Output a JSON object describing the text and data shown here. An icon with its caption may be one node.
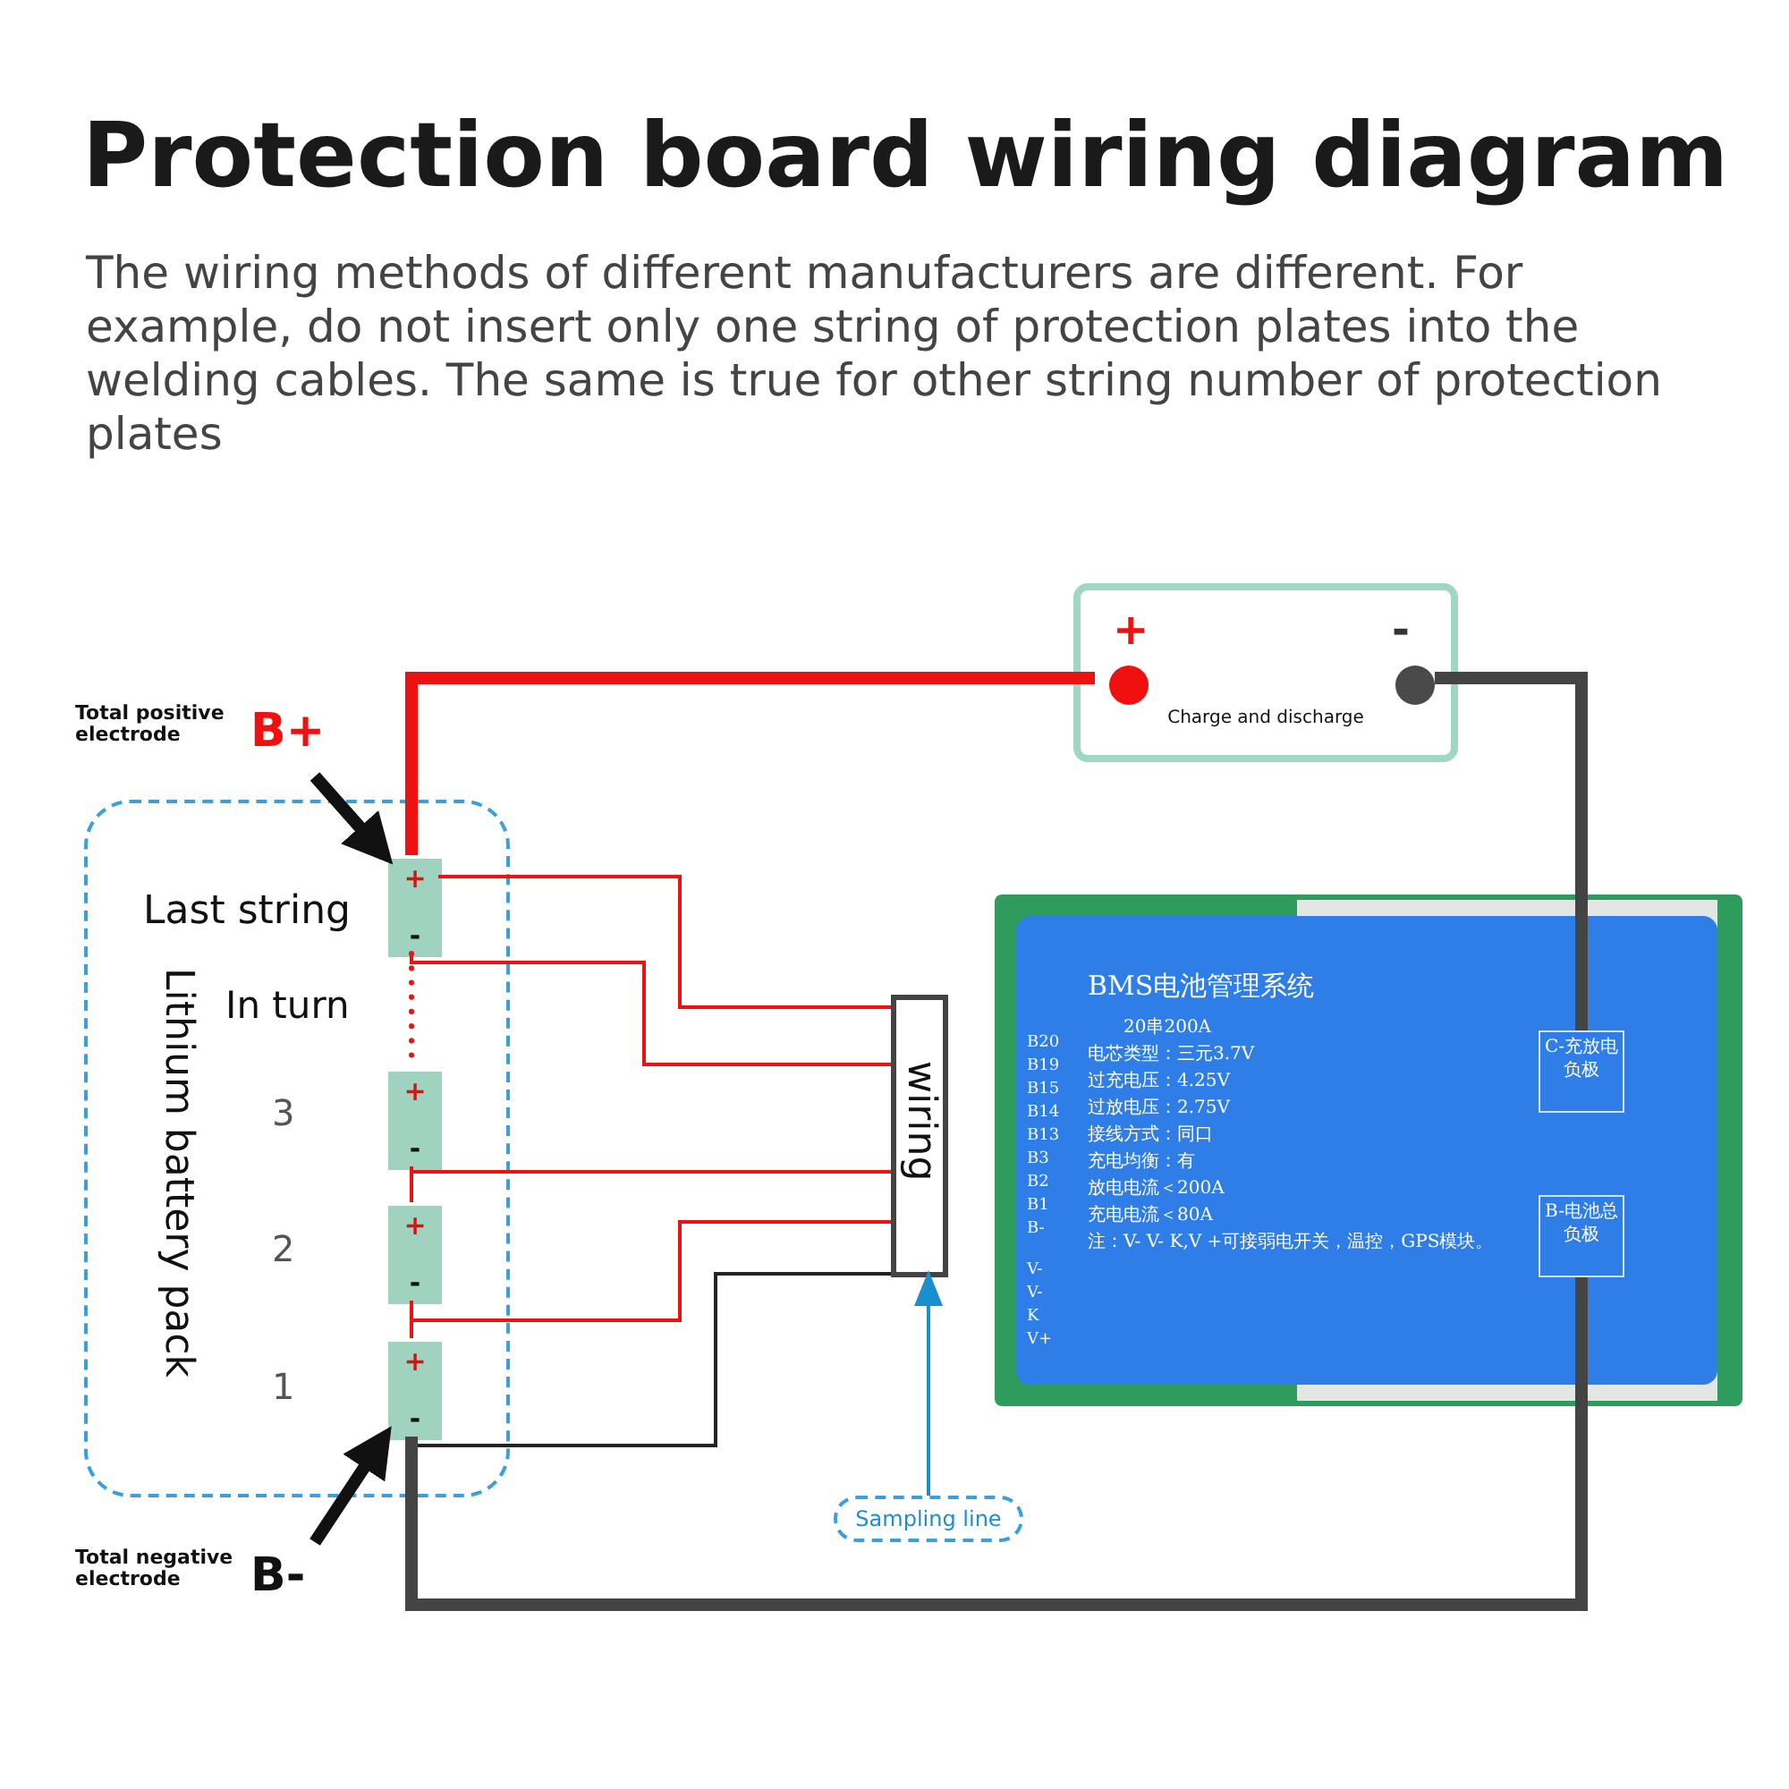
{
  "diagram": {
    "title": "Protection board wiring diagram",
    "nodes": [
      {
        "text": [
          "Charge and discharge"
        ]
      },
      {
        "text": [
          "+"
        ],
        "in": 0
      },
      {
        "text": [
          "-"
        ],
        "in": 0
      },
      {
        "text": [
          "Lithium battery pack"
        ]
      },
      {
        "text": [
          "+",
          "-"
        ],
        "in": 3,
        "beside": [
          "Last string"
        ]
      },
      {
        "text": [
          "+",
          "-"
        ],
        "in": 3,
        "beside": [
          "3"
        ]
      },
      {
        "text": [
          "+",
          "-"
        ],
        "in": 3,
        "beside": [
          "2"
        ]
      },
      {
        "text": [
          "+",
          "-"
        ],
        "in": 3,
        "beside": [
          "1"
        ]
      },
      {
        "text": [
          "wiring"
        ]
      },
      {
        "text": [
          "BMS电池管理系统",
          "20串200A",
          "电芯类型：三元3.7V",
          "过充电压：4.25V",
          "过放电压：2.75V",
          "接线方式：同口",
          "充电均衡：有",
          "放电电流＜200A",
          "充电电流＜80A",
          "注：V- V- K,V +可接弱电开关，温控，GPS模块。"
        ]
      },
      {
        "text": [
          "C-充放电负极"
        ],
        "in": 9
      },
      {
        "text": [
          "B-电池总负极"
        ],
        "in": 9
      },
      {
        "text": [
          "Sampling line"
        ]
      },
      {
        "text": [
          "Total positive electrode",
          "B+"
        ]
      },
      {
        "text": [
          "Total negative electrode",
          "B-"
        ]
      }
    ],
    "edges": [
      {
        "from": 4,
        "to": 1,
        "arrow": "none",
        "style": "thick"
      },
      {
        "from": 2,
        "to": 10,
        "arrow": "none",
        "style": "thick",
        "color": "#444444"
      },
      {
        "from": 4,
        "to": 8,
        "arrow": "none"
      },
      {
        "from": 4,
        "to": 8,
        "arrow": "none"
      },
      {
        "from": 5,
        "to": 8,
        "arrow": "none"
      },
      {
        "from": 6,
        "to": 8,
        "arrow": "none"
      },
      {
        "from": 7,
        "to": 8,
        "arrow": "none",
        "color": "#222222"
      },
      {
        "from": 7,
        "to": 11,
        "arrow": "none",
        "style": "thick",
        "color": "#444444"
      },
      {
        "from": 4,
        "to": 5,
        "arrow": "none",
        "style": "dashed"
      },
      {
        "from": 5,
        "to": 6,
        "arrow": "none"
      },
      {
        "from": 6,
        "to": 7,
        "arrow": "none"
      },
      {
        "from": 13,
        "to": 4,
        "arrow": "to",
        "style": "thick",
        "color": "#111111"
      },
      {
        "from": 14,
        "to": 7,
        "arrow": "to",
        "style": "thick",
        "color": "#111111"
      },
      {
        "from": 12,
        "to": 8,
        "arrow": "to",
        "color": "#1a8fd0"
      }
    ],
    "labels": [
      "The wiring methods of different manufacturers are different. For example, do not insert only one string of protection plates into the welding cables. The same is true for other string number of protection plates",
      "In turn",
      "B20",
      "B19",
      "B15",
      "B14",
      "B13",
      "B3",
      "B2",
      "B1",
      "B-",
      "V-",
      "V-",
      "K",
      "V+"
    ]
  }
}
